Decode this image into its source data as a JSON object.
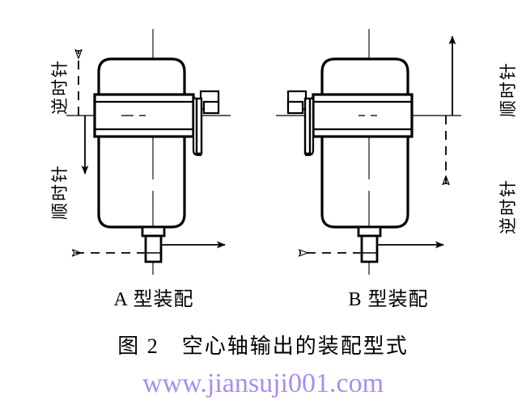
{
  "figure": {
    "title": "图 2　空心轴输出的装配型式",
    "title_number": "图 2",
    "title_text": "空心轴输出的装配型式"
  },
  "watermark": {
    "text": "www.jiansuji001.com",
    "color": "#a98cf2"
  },
  "colors": {
    "line": "#000000",
    "background": "#ffffff",
    "watermark": "#a98cf2"
  },
  "diagrams": [
    {
      "id": "type-a",
      "caption": "A 型装配",
      "caption_letter": "A",
      "caption_text": "型装配",
      "terminal_box_side": "right",
      "labels": {
        "upper_left": "逆时针",
        "lower_left": "顺时针"
      },
      "arrows": {
        "vertical_up": {
          "style": "dashed",
          "head": "hollow",
          "direction": "up"
        },
        "vertical_down": {
          "style": "solid",
          "head": "filled",
          "direction": "down"
        },
        "horizontal_left": {
          "style": "dashed",
          "head": "hollow",
          "direction": "left"
        },
        "horizontal_right": {
          "style": "solid",
          "head": "filled",
          "direction": "right"
        }
      }
    },
    {
      "id": "type-b",
      "caption": "B 型装配",
      "caption_letter": "B",
      "caption_text": "型装配",
      "terminal_box_side": "left",
      "labels": {
        "upper_right": "顺时针",
        "lower_right": "逆时针"
      },
      "arrows": {
        "vertical_up": {
          "style": "solid",
          "head": "filled",
          "direction": "up"
        },
        "vertical_down": {
          "style": "dashed",
          "head": "hollow",
          "direction": "down"
        },
        "horizontal_left": {
          "style": "dashed",
          "head": "hollow",
          "direction": "left"
        },
        "horizontal_right": {
          "style": "solid",
          "head": "filled",
          "direction": "right"
        }
      }
    }
  ],
  "labels": {
    "counterclockwise": "逆时针",
    "clockwise": "顺时针"
  }
}
